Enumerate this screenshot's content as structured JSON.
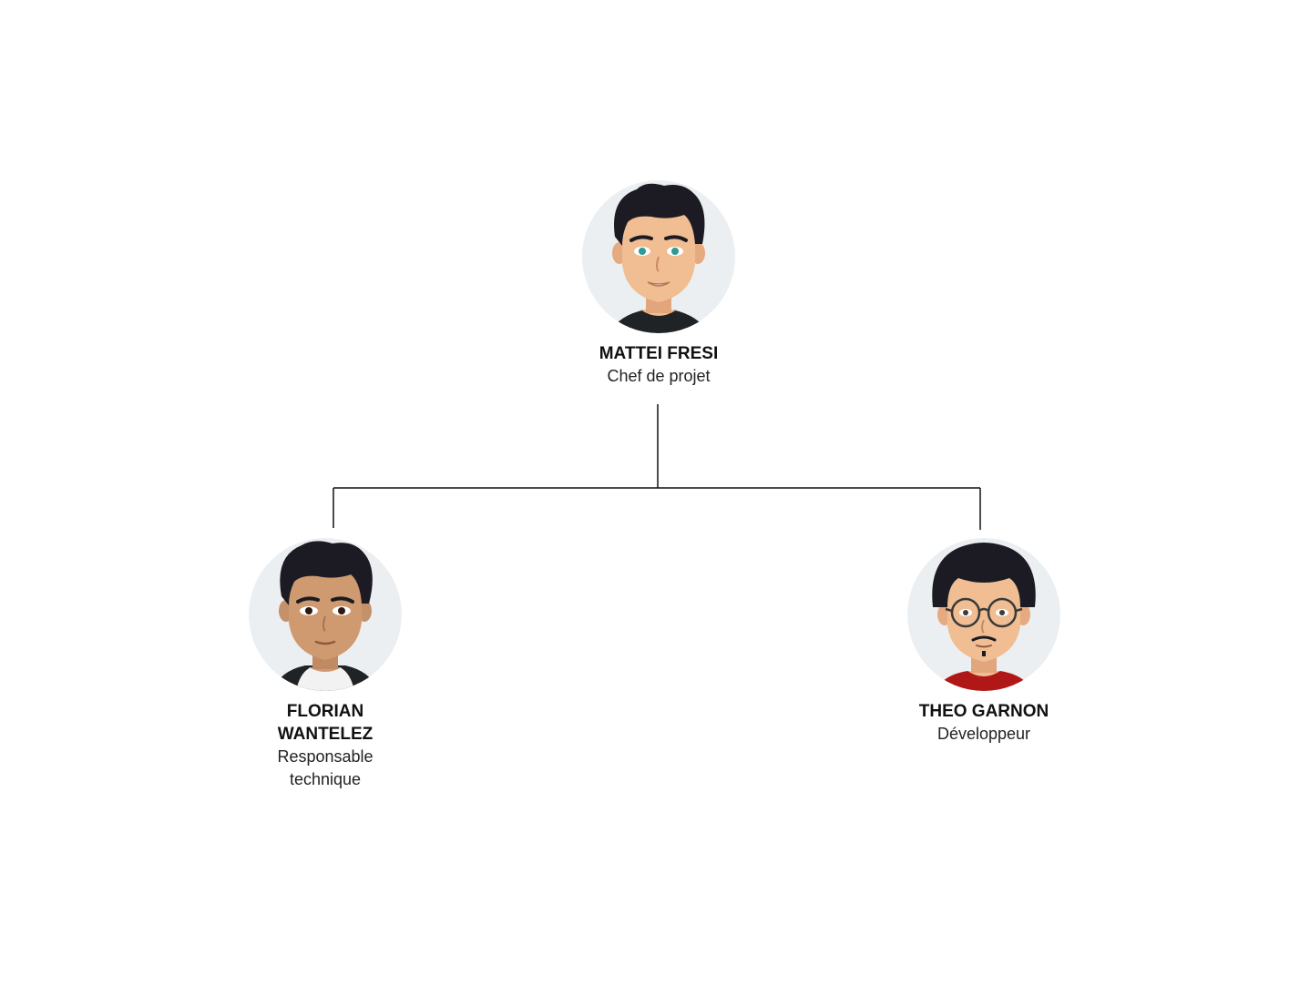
{
  "org_chart": {
    "root": {
      "name": "MATTEI FRESI",
      "role": "Chef de projet",
      "avatar_icon": "male-avatar-icon"
    },
    "children": [
      {
        "name": "FLORIAN WANTELEZ",
        "role": "Responsable technique",
        "avatar_icon": "male-avatar-icon"
      },
      {
        "name": "THEO GARNON",
        "role": "Développeur",
        "avatar_icon": "male-avatar-glasses-icon"
      }
    ]
  },
  "colors": {
    "connector": "#111111",
    "avatar_background": "#eceff1",
    "hair": "#1c1b24",
    "skin_light": "#f1bd92",
    "skin_tan": "#cf9a70",
    "shirt_red": "#b01818"
  }
}
